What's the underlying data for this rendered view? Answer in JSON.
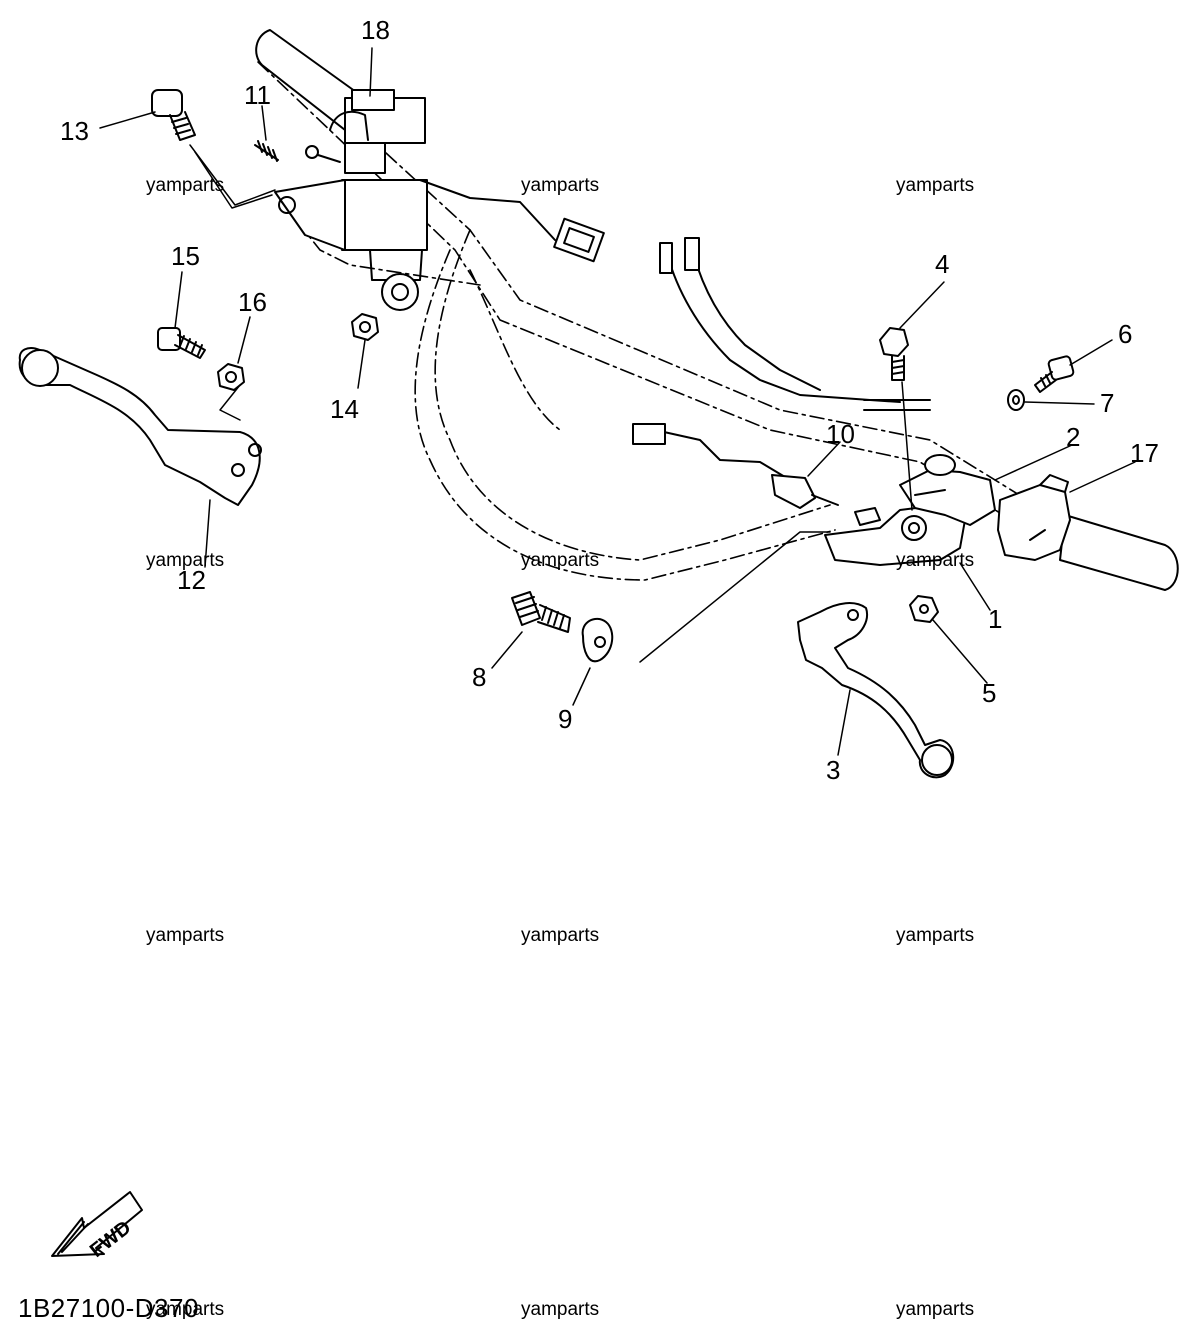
{
  "diagram": {
    "callouts": [
      {
        "id": "c1",
        "text": "1"
      },
      {
        "id": "c2",
        "text": "2"
      },
      {
        "id": "c3",
        "text": "3"
      },
      {
        "id": "c4",
        "text": "4"
      },
      {
        "id": "c5",
        "text": "5"
      },
      {
        "id": "c6",
        "text": "6"
      },
      {
        "id": "c7",
        "text": "7"
      },
      {
        "id": "c8",
        "text": "8"
      },
      {
        "id": "c9",
        "text": "9"
      },
      {
        "id": "c10",
        "text": "10"
      },
      {
        "id": "c11",
        "text": "11"
      },
      {
        "id": "c12",
        "text": "12"
      },
      {
        "id": "c13",
        "text": "13"
      },
      {
        "id": "c14",
        "text": "14"
      },
      {
        "id": "c15",
        "text": "15"
      },
      {
        "id": "c16",
        "text": "16"
      },
      {
        "id": "c17",
        "text": "17"
      },
      {
        "id": "c18",
        "text": "18"
      }
    ],
    "watermark": "yamparts",
    "forward_arrow_label": "FWD",
    "diagram_code": "1B27100-D370"
  }
}
